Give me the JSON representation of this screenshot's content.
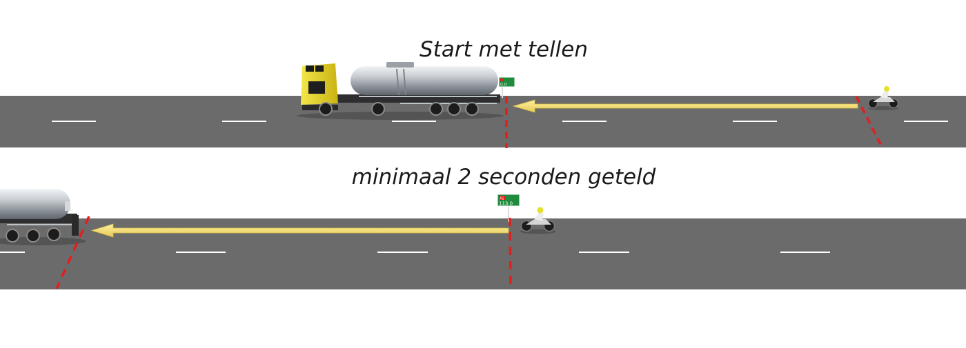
{
  "scene_top": {
    "caption": "Start met tellen",
    "sign_text": "0.0"
  },
  "scene_bottom": {
    "caption": "minimaal 2 seconden geteld",
    "sign_route": "A1",
    "sign_km": "113.0"
  },
  "colors": {
    "road": "#6b6b6b",
    "lane_mark": "#ffffff",
    "arrow": "#f6e07a",
    "reference_line": "#e0201e",
    "sign": "#1e8c3c",
    "truck_cab": "#e6d21e",
    "tank": "#b9bec3"
  }
}
